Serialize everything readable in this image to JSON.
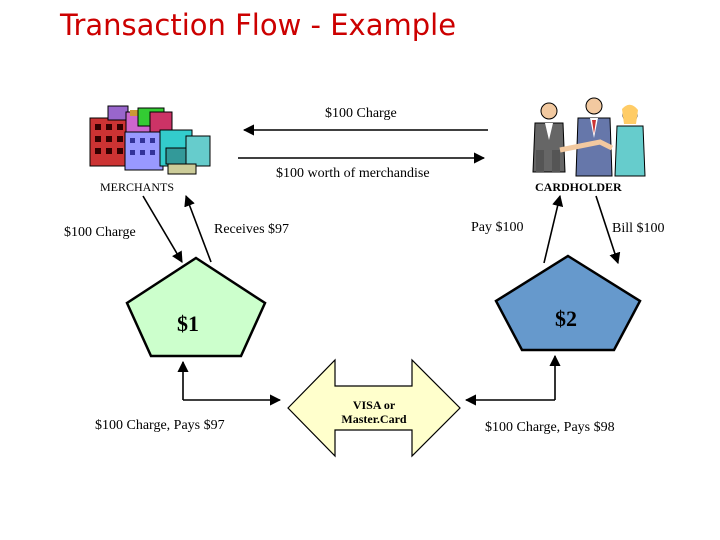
{
  "title": "Transaction Flow - Example",
  "labels": {
    "top_charge": "$100 Charge",
    "merchandise": "$100 worth of merchandise",
    "merchants": "MERCHANTS",
    "cardholder": "CARDHOLDER",
    "left_charge": "$100 Charge",
    "receives": "Receives $97",
    "pay": "Pay $100",
    "bill": "Bill $100",
    "left_fee": "$1",
    "right_fee": "$2",
    "left_bottom": "$100 Charge, Pays $97",
    "right_bottom": "$100 Charge, Pays $98",
    "network": "VISA or Master.Card"
  },
  "colors": {
    "title": "#cc0000",
    "left_pentagon": "#ccffcc",
    "right_pentagon": "#6699cc",
    "network_arrow": "#ffffcc"
  },
  "icons": {
    "merchants": "buildings-clipart",
    "cardholder": "handshake-people-clipart"
  }
}
